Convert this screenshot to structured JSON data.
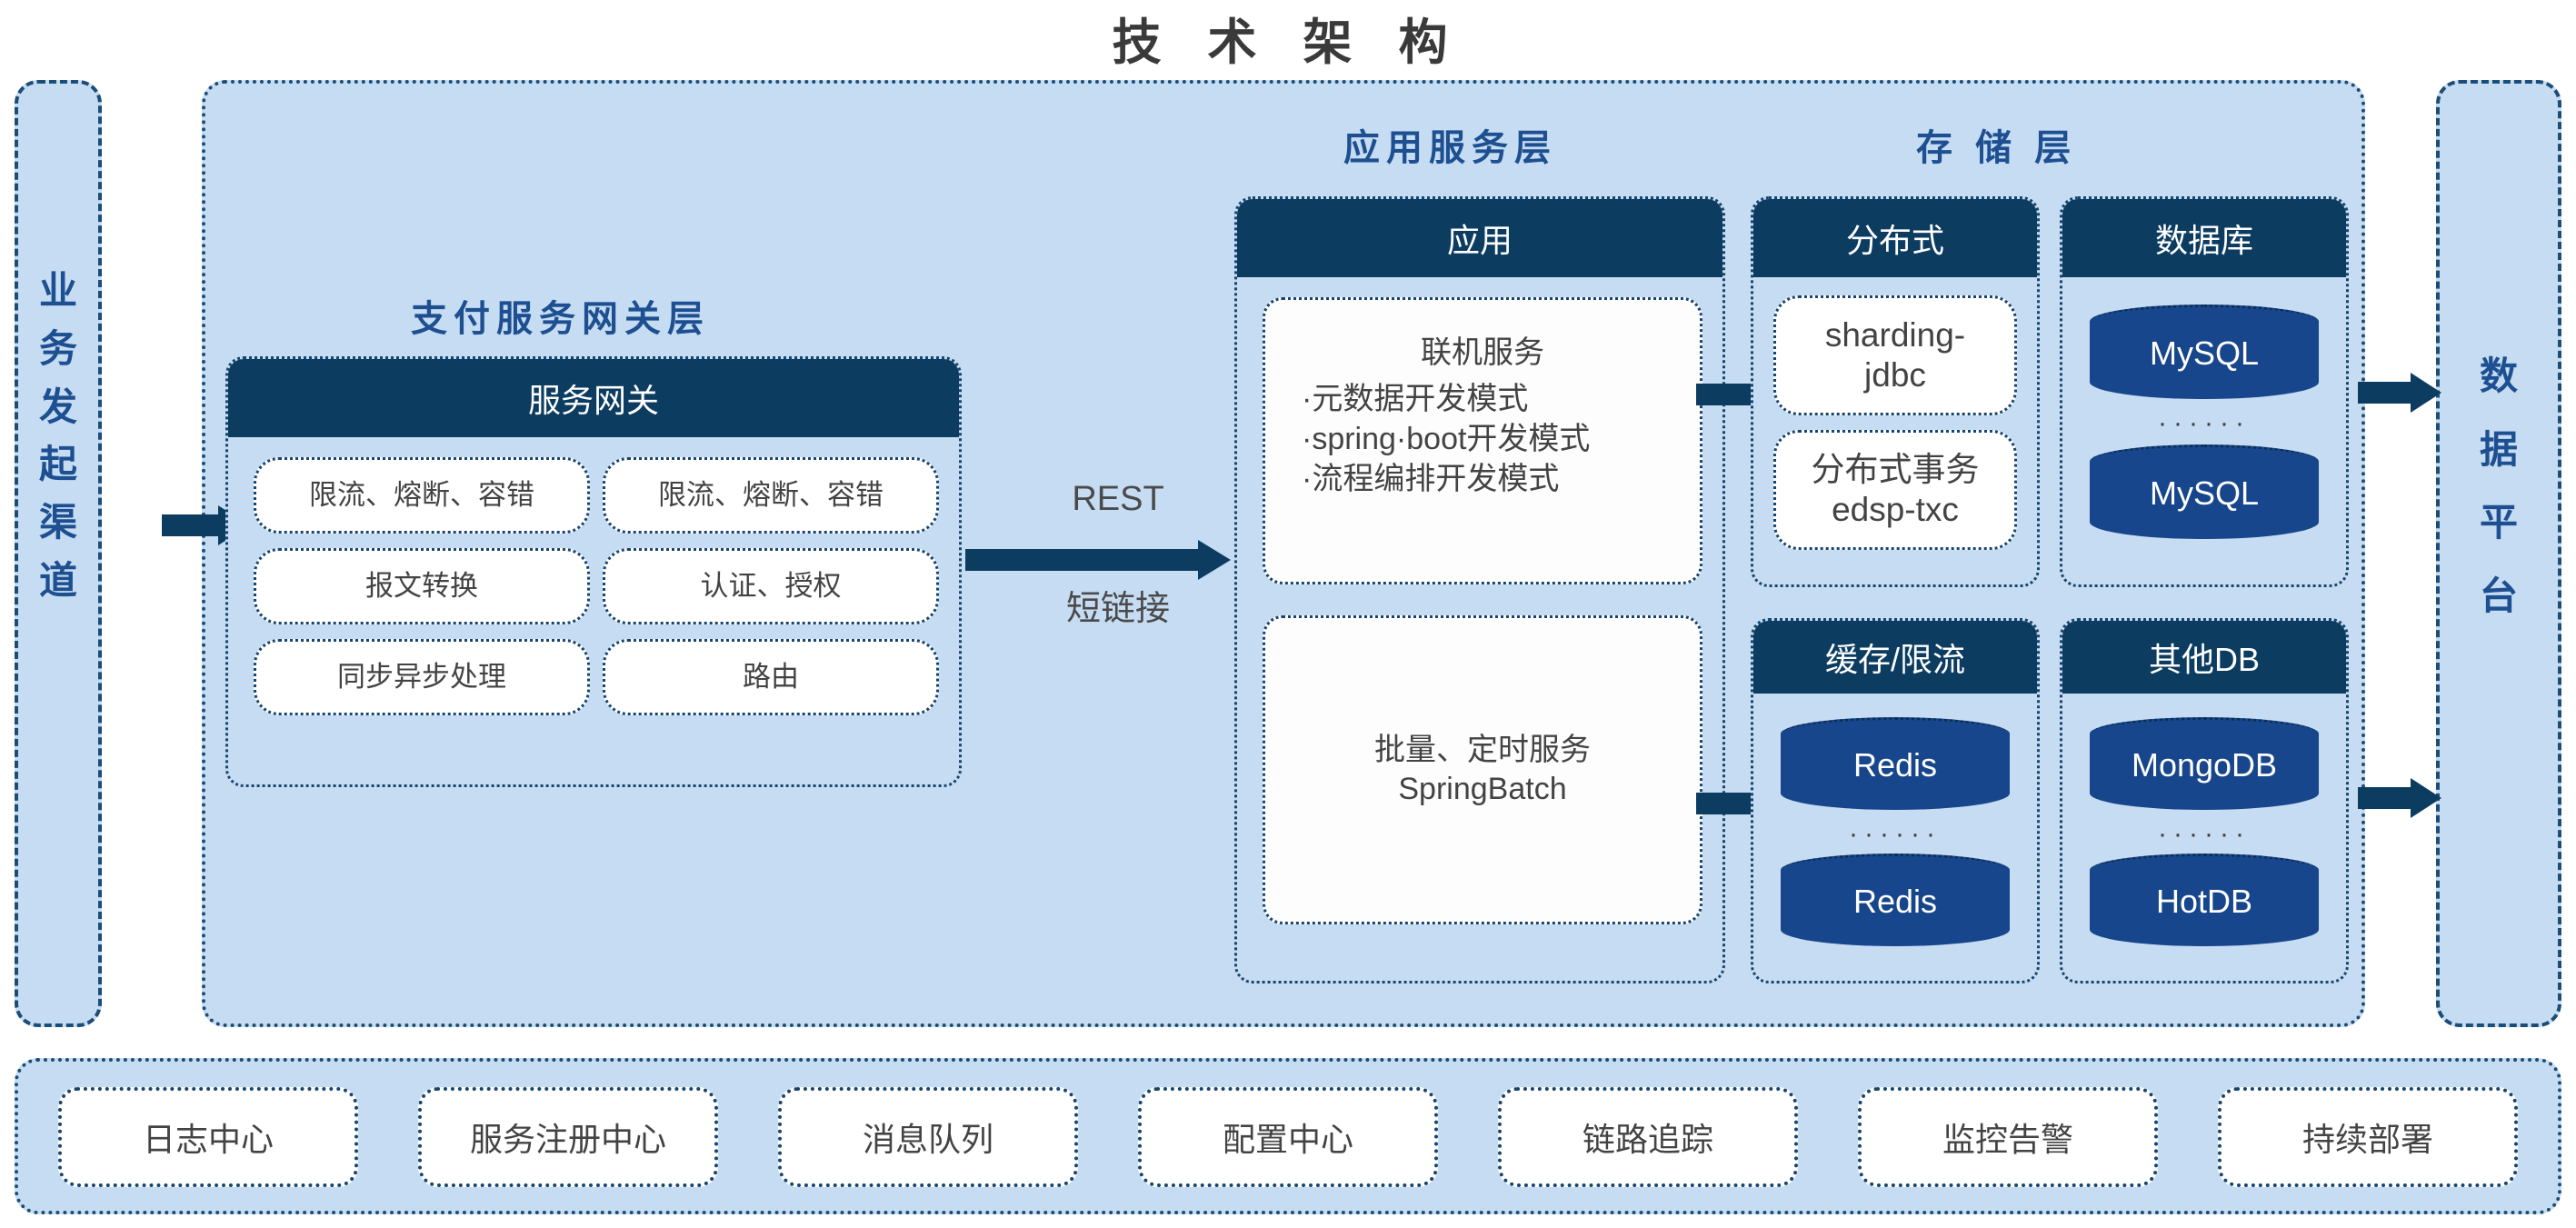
{
  "title": "技 术 架 构",
  "colors": {
    "panel_fill": "#c6dcf2",
    "panel_border": "#1b4d77",
    "header_dark": "#0d3c61",
    "accent_blue": "#1d4f91",
    "db_blue": "#17468c",
    "text_gray": "#434343",
    "title_gray": "#3a3a3a"
  },
  "left_channel": {
    "name": "业务发起渠道",
    "chars": [
      "业",
      "务",
      "发",
      "起",
      "渠",
      "道"
    ]
  },
  "right_channel": {
    "name": "数据平台",
    "chars": [
      "数",
      "据",
      "平",
      "台"
    ]
  },
  "layer_captions": {
    "gateway": "支付服务网关层",
    "application": "应用服务层",
    "storage": "存 储 层"
  },
  "gateway": {
    "header": "服务网关",
    "pills": [
      "限流、熔断、容错",
      "限流、熔断、容错",
      "报文转换",
      "认证、授权",
      "同步异步处理",
      "路由"
    ]
  },
  "connector": {
    "top_label": "REST",
    "bottom_label": "短链接"
  },
  "application": {
    "header": "应用",
    "online_service": {
      "title": "联机服务",
      "items": [
        "·元数据开发模式",
        "·spring·boot开发模式",
        "·流程编排开发模式"
      ]
    },
    "batch_service": {
      "line1": "批量、定时服务",
      "line2": "SpringBatch"
    }
  },
  "storage": {
    "distributed": {
      "header": "分布式",
      "items": [
        {
          "line1": "sharding-",
          "line2": "jdbc"
        },
        {
          "line1": "分布式事务",
          "line2": "edsp-txc"
        }
      ]
    },
    "database": {
      "header": "数据库",
      "nodes": [
        "MySQL",
        "MySQL"
      ],
      "ellipsis": "······"
    },
    "cache": {
      "header": "缓存/限流",
      "nodes": [
        "Redis",
        "Redis"
      ],
      "ellipsis": "······"
    },
    "other_db": {
      "header": "其他DB",
      "nodes": [
        "MongoDB",
        "HotDB"
      ],
      "ellipsis": "······"
    }
  },
  "bottom_bar": {
    "items": [
      "日志中心",
      "服务注册中心",
      "消息队列",
      "配置中心",
      "链路追踪",
      "监控告警",
      "持续部署"
    ]
  }
}
